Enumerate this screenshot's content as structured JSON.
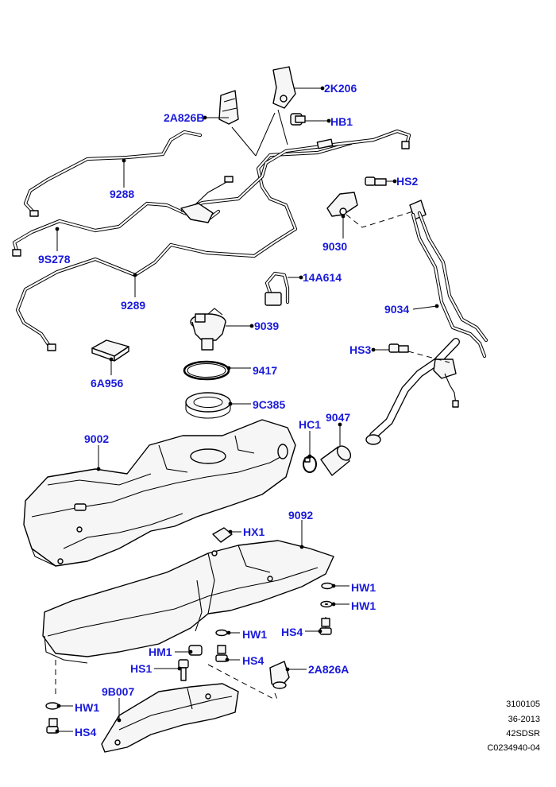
{
  "callouts": {
    "c_2K206": "2K206",
    "c_HB1": "HB1",
    "c_2A826B": "2A826B",
    "c_9288": "9288",
    "c_HS2": "HS2",
    "c_9S278": "9S278",
    "c_9030": "9030",
    "c_9289": "9289",
    "c_14A614": "14A614",
    "c_9034": "9034",
    "c_9039": "9039",
    "c_HS3": "HS3",
    "c_6A956": "6A956",
    "c_9417": "9417",
    "c_9C385": "9C385",
    "c_HC1": "HC1",
    "c_9047": "9047",
    "c_9002": "9002",
    "c_9092": "9092",
    "c_HX1": "HX1",
    "c_HW1_a": "HW1",
    "c_HW1_b": "HW1",
    "c_HS4_a": "HS4",
    "c_HW1_c": "HW1",
    "c_HM1": "HM1",
    "c_HS4_b": "HS4",
    "c_HS1": "HS1",
    "c_2A826A": "2A826A",
    "c_9B007": "9B007",
    "c_HW1_d": "HW1",
    "c_HS4_c": "HS4"
  },
  "footer": {
    "line1": "3100105",
    "line2": "36-2013",
    "line3": "42SDSR",
    "line4": "C0234940-04"
  },
  "colors": {
    "callout_text": "#1a1adb",
    "line_art": "#000000",
    "background": "#ffffff"
  }
}
